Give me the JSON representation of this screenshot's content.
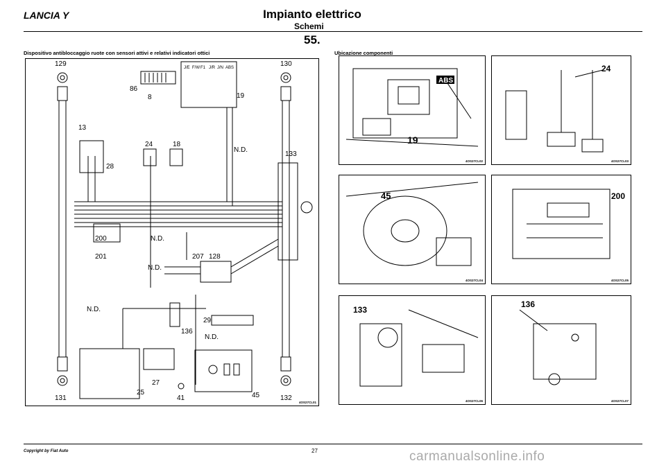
{
  "header": {
    "brand": "LANCIA Y",
    "title": "Impianto elettrico",
    "subtitle": "Schemi",
    "page_id": "55."
  },
  "left_caption": "Dispositivo antibloccaggio ruote con sensori attivi e relativi indicatori ottici",
  "right_caption": "Ubicazione componenti",
  "schematic": {
    "code": "4OS27CL01",
    "component_labels": [
      "129",
      "130",
      "131",
      "132",
      "133",
      "128",
      "86",
      "8",
      "19",
      "13",
      "24",
      "18",
      "28",
      "200",
      "201",
      "207",
      "136",
      "27",
      "25",
      "41",
      "45",
      "29"
    ],
    "nd_label": "N.D.",
    "fuse_labels": [
      "J/E",
      "F/W",
      "F1",
      "J/R",
      "J/N",
      "ABS"
    ]
  },
  "photos": [
    {
      "code": "4OS27CL02",
      "callouts": [
        "ABS",
        "19"
      ]
    },
    {
      "code": "4OS27CL03",
      "callouts": [
        "24"
      ]
    },
    {
      "code": "4OS27CL04",
      "callouts": [
        "45"
      ]
    },
    {
      "code": "4OS27CL05",
      "callouts": [
        "200"
      ]
    },
    {
      "code": "4OS27CL06",
      "callouts": [
        "133"
      ]
    },
    {
      "code": "4OS27CL07",
      "callouts": [
        "136"
      ]
    }
  ],
  "footer": {
    "copyright": "Copyright by Fiat Auto",
    "page_number": "27",
    "watermark": "carmanualsonline.info"
  }
}
